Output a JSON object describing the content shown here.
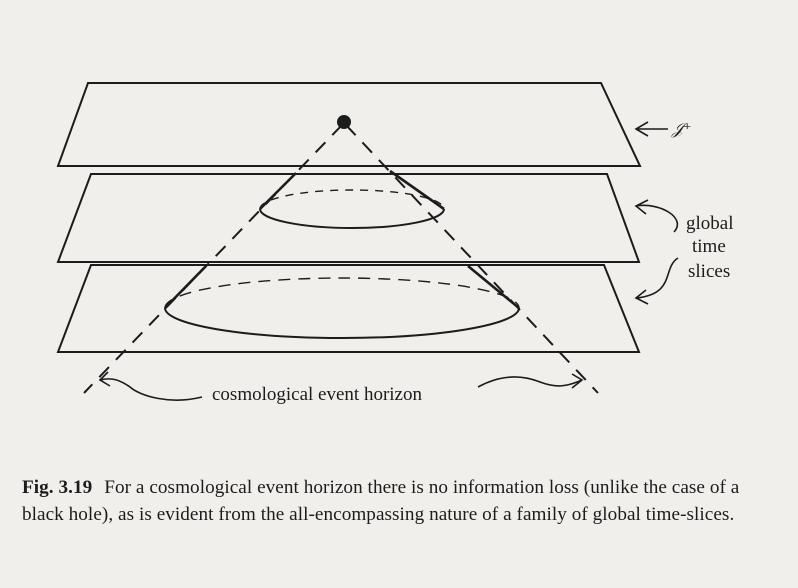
{
  "figure": {
    "scri_label": "𝒥⁺",
    "time_slices_label": [
      "global",
      "time",
      "slices"
    ],
    "horizon_label": "cosmological event horizon"
  },
  "caption": {
    "label": "Fig. 3.19",
    "text": "For a cosmological event horizon there is no information loss (unlike the case of a black hole), as is evident from the all-encompassing nature of a family of global time-slices."
  }
}
